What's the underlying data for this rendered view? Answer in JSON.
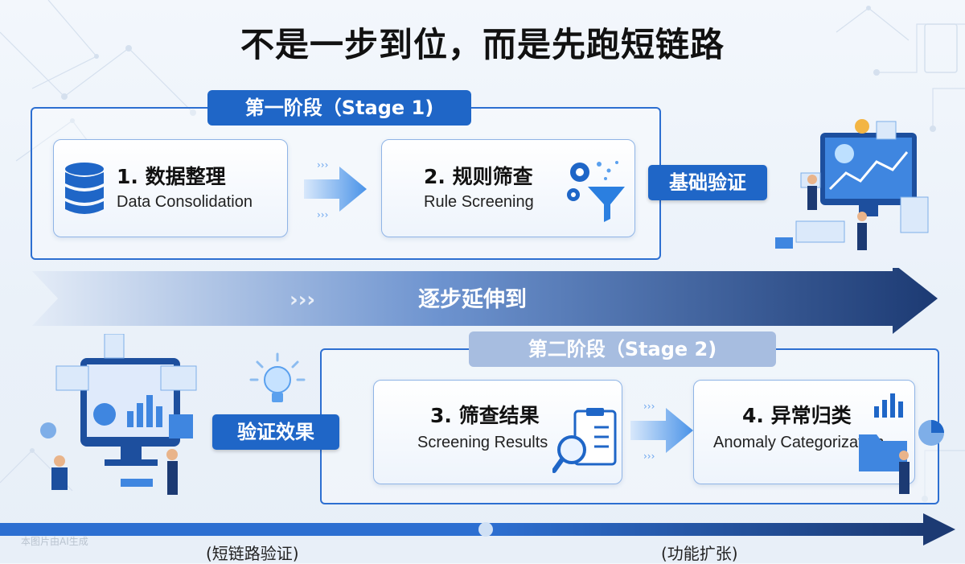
{
  "title": "不是一步到位，而是先跑短链路",
  "stage1": {
    "label": "第一阶段（Stage 1)",
    "step1": {
      "title": "1. 数据整理",
      "subtitle": "Data Consolidation"
    },
    "step2": {
      "title": "2. 规则筛查",
      "subtitle": "Rule Screening"
    }
  },
  "badge_basic": "基础验证",
  "progress_arrow": "逐步延伸到",
  "stage2": {
    "label": "第二阶段（Stage 2)",
    "step3": {
      "title": "3. 筛查结果",
      "subtitle": "Screening Results"
    },
    "step4": {
      "title": "4. 异常归类",
      "subtitle": "Anomaly Categorization"
    }
  },
  "badge_effect": "验证效果",
  "timeline": {
    "left_label": "(短链路验证)",
    "right_label": "(功能扩张)"
  },
  "watermark": "本图片由AI生成",
  "colors": {
    "primary": "#1f66c7",
    "dark_navy": "#1c3a73",
    "stage2_label": "#a7bde0"
  }
}
